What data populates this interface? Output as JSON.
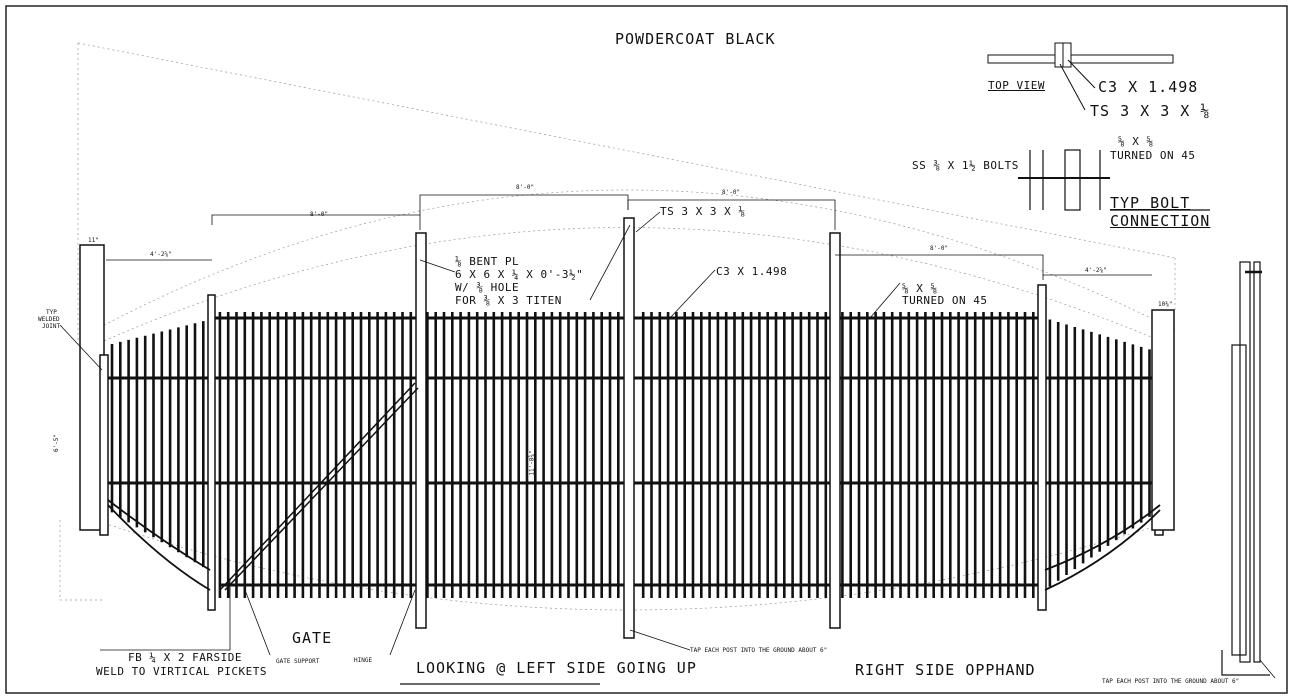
{
  "title": "POWDERCOAT BLACK",
  "callouts": {
    "ts_post": "TS 3 X 3 X ⅛",
    "bent_pl_1": "⅛ BENT PL",
    "bent_pl_2": "6 X 6 X ¼ X 0'-3½\"",
    "bent_pl_3": "W/ ⅜ HOLE",
    "bent_pl_4": "FOR ⅜ X 3 TITEN",
    "c3_rail": "C3 X 1.498",
    "picket_1": "⅝ X ⅝",
    "picket_2": "TURNED ON 45",
    "typ_welded_1": "TYP",
    "typ_welded_2": "WELDED",
    "typ_welded_3": "JOINT",
    "fb_1": "FB ¼ X 2   FARSIDE",
    "fb_2": "WELD TO VIRTICAL PICKETS",
    "gate": "GATE",
    "gate_support": "GATE SUPPORT",
    "hinge": "HINGE",
    "tap_post": "TAP EACH POST INTO THE GROUND ABOUT 6\"",
    "tap_post_side": "TAP EACH POST INTO THE GROUND ABOUT 6\"",
    "left_view": "LOOKING @ LEFT SIDE GOING UP",
    "right_view": "RIGHT SIDE OPPHAND"
  },
  "detail": {
    "top_view": "TOP VIEW",
    "c3": "C3 X 1.498",
    "ts": "TS 3 X 3 X ⅛",
    "picket_1": "⅝ X ⅝",
    "picket_2": "TURNED ON 45",
    "bolts": "SS ⅜ X 1½ BOLTS",
    "typ_bolt_1": "TYP BOLT",
    "typ_bolt_2": "CONNECTION"
  },
  "dimensions": {
    "span_a": "8'-0\"",
    "span_b": "8'-0\"",
    "span_c": "8'-0\"",
    "span_d": "8'-0\"",
    "end_left": "4'-2⅝\"",
    "end_right": "4'-2⅝\"",
    "left_post": "11\"",
    "right_post": "10⅜\"",
    "left_height": "6'-5\"",
    "center_height": "11'-8¾\""
  }
}
